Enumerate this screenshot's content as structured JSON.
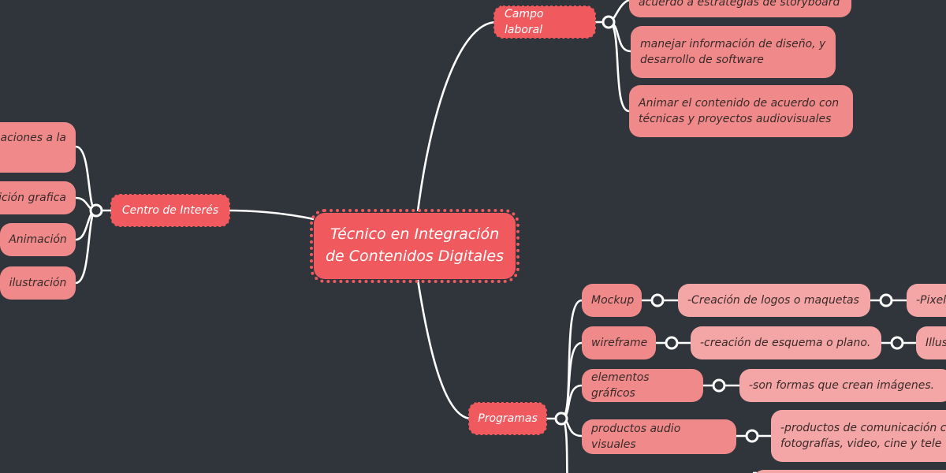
{
  "central": {
    "label": "Técnico en Integración\nde Contenidos Digitales"
  },
  "branches": {
    "campo_laboral": {
      "label": "Campo laboral",
      "children": [
        "acuerdo a estrategias de storyboard",
        "manejar información de diseño, y\n desarrollo de software",
        "Animar el contenido de acuerdo con\ntécnicas y proyectos audiovisuales"
      ]
    },
    "centro_interes": {
      "label": "Centro de Interés",
      "children": [
        "aciones a la",
        "ición grafica",
        "Animación",
        "ilustración"
      ]
    },
    "programas": {
      "label": "Programas",
      "children": [
        {
          "label": "Mockup",
          "detail": "-Creación de logos o maquetas",
          "extra": "-Pixel"
        },
        {
          "label": "wireframe",
          "detail": "-creación de esquema o plano.",
          "extra": "Illus"
        },
        {
          "label": "elementos gráficos",
          "detail": "-son formas que crean imágenes.",
          "extra": ""
        },
        {
          "label": "productos audio visuales",
          "detail": "-productos de comunicación c\nfotografías, video, cine y tele",
          "extra": ""
        }
      ]
    }
  },
  "colors": {
    "background": "#30353b",
    "main_node": "#f05a5f",
    "child_node": "#f08a8a",
    "detail_node": "#f4a5a5",
    "connector": "#ffffff"
  }
}
